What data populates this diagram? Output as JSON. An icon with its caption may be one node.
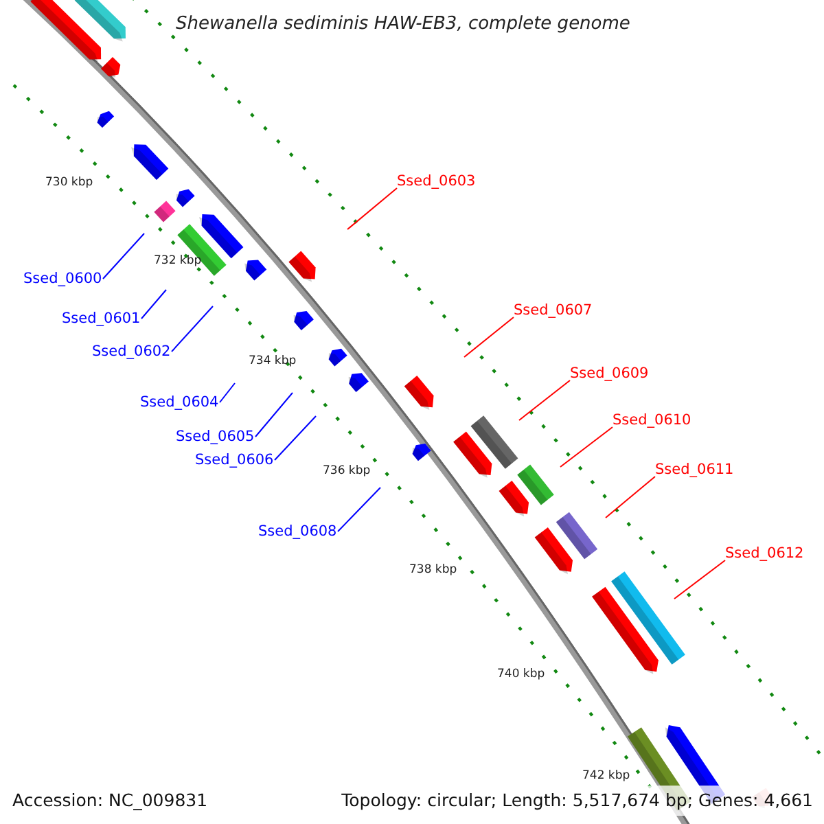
{
  "diagram": {
    "title": "Shewanella sediminis HAW-EB3, complete genome",
    "nodes": [
      {
        "text": [
          "Ssed_0603"
        ]
      },
      {
        "text": [
          "Ssed_0600"
        ]
      },
      {
        "text": [
          "Ssed_0607"
        ]
      },
      {
        "text": [
          "Ssed_0601"
        ]
      },
      {
        "text": [
          "Ssed_0602"
        ]
      },
      {
        "text": [
          "Ssed_0609"
        ]
      },
      {
        "text": [
          "Ssed_0604"
        ]
      },
      {
        "text": [
          "Ssed_0610"
        ]
      },
      {
        "text": [
          "Ssed_0605"
        ]
      },
      {
        "text": [
          "Ssed_0606"
        ]
      },
      {
        "text": [
          "Ssed_0611"
        ]
      },
      {
        "text": [
          "Ssed_0608"
        ]
      },
      {
        "text": [
          "Ssed_0612"
        ]
      }
    ],
    "edges": [
      {
        "from": 0,
        "to": null,
        "arrow": "none",
        "color": "#ff0000"
      },
      {
        "from": 1,
        "to": null,
        "arrow": "none"
      },
      {
        "from": 2,
        "to": null,
        "arrow": "none",
        "color": "#ff0000"
      },
      {
        "from": 3,
        "to": null,
        "arrow": "none"
      },
      {
        "from": 4,
        "to": null,
        "arrow": "none"
      },
      {
        "from": 5,
        "to": null,
        "arrow": "none",
        "color": "#ff0000"
      },
      {
        "from": 6,
        "to": null,
        "arrow": "none"
      },
      {
        "from": 7,
        "to": null,
        "arrow": "none",
        "color": "#ff0000"
      },
      {
        "from": 8,
        "to": null,
        "arrow": "none"
      },
      {
        "from": 9,
        "to": null,
        "arrow": "none"
      },
      {
        "from": 10,
        "to": null,
        "arrow": "none",
        "color": "#ff0000"
      },
      {
        "from": 11,
        "to": null,
        "arrow": "none"
      },
      {
        "from": 12,
        "to": null,
        "arrow": "none",
        "color": "#ff0000"
      }
    ],
    "labels": [
      "730 kbp",
      "732 kbp",
      "734 kbp",
      "736 kbp",
      "738 kbp",
      "740 kbp",
      "742 kbp",
      "Accession: NC_009831",
      "Topology: circular; Length: 5,517,674 bp; Genes: 4,661"
    ]
  }
}
